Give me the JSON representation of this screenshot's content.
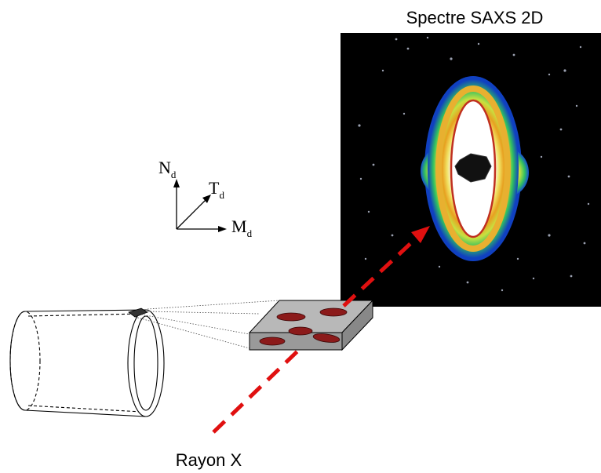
{
  "title": "Spectre SAXS 2D",
  "beam_label": "Rayon X",
  "axes": {
    "n": {
      "main": "N",
      "sub": "d"
    },
    "t": {
      "main": "T",
      "sub": "d"
    },
    "m": {
      "main": "M",
      "sub": "d"
    }
  },
  "colors": {
    "beam": "#e01010",
    "detector_bg": "#000000",
    "platelet": "#8b1a1a",
    "sample_top": "#b8b8b8"
  }
}
